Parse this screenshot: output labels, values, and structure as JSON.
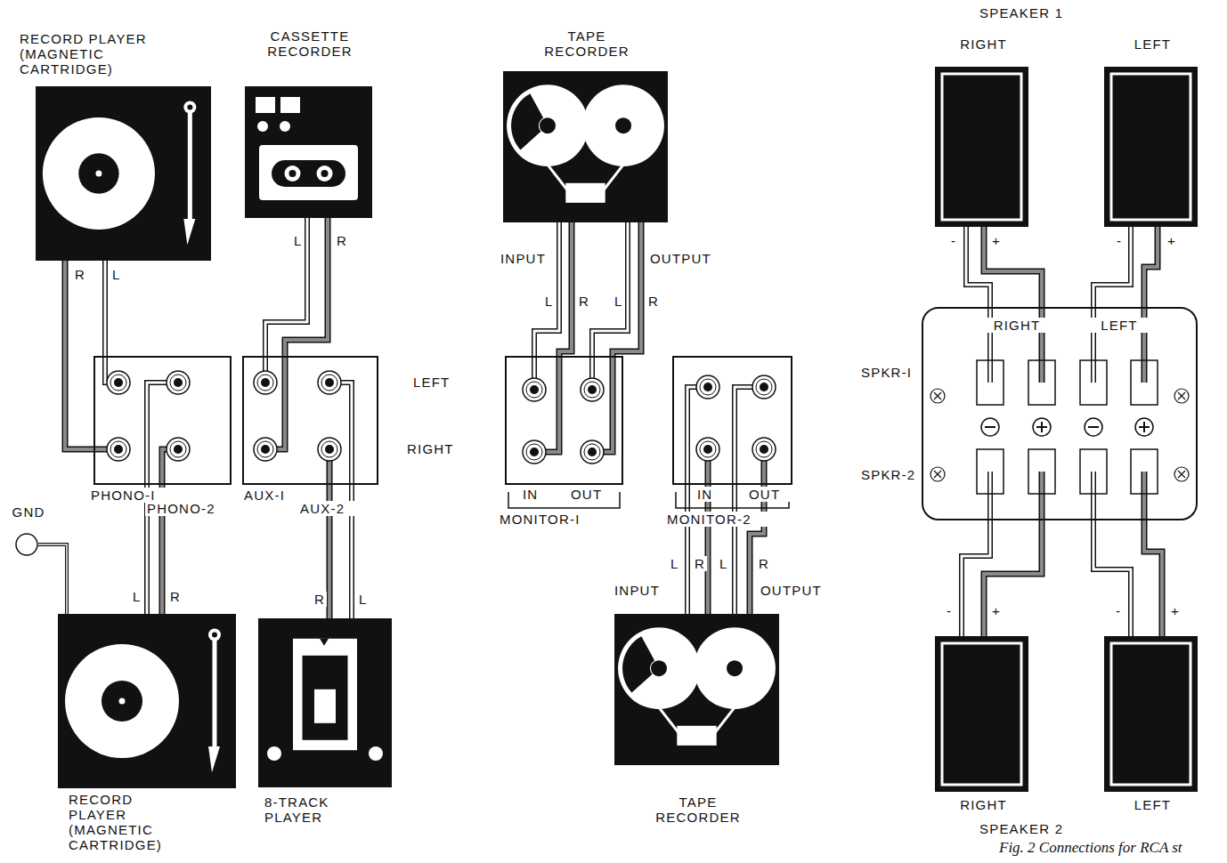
{
  "diagram": {
    "caption": "Fig. 2 Connections for RCA st",
    "nodes": [
      {
        "text": [
          "RECORD PLAYER (MAGNETIC CARTRIDGE)"
        ]
      },
      {
        "text": [
          "CASSETTE RECORDER"
        ]
      },
      {
        "text": [
          "TAPE RECORDER"
        ]
      },
      {
        "text": [
          "RIGHT"
        ]
      },
      {
        "text": [
          "LEFT"
        ]
      },
      {
        "text": [
          "PHONO-I",
          "PHONO-2"
        ]
      },
      {
        "text": [
          "AUX-I",
          "AUX-2"
        ]
      },
      {
        "text": [
          "IN",
          "OUT",
          "MONITOR-I"
        ]
      },
      {
        "text": [
          "IN",
          "OUT",
          "MONITOR-2"
        ]
      },
      {
        "text": [
          "RIGHT",
          "LEFT",
          "SPKR-I",
          "SPKR-2"
        ]
      },
      {
        "text": [
          "GND"
        ]
      },
      {
        "text": [
          "RECORD PLAYER (MAGNETIC CARTRIDGE)"
        ]
      },
      {
        "text": [
          "8-TRACK PLAYER"
        ]
      },
      {
        "text": [
          "TAPE RECORDER"
        ]
      },
      {
        "text": [
          "RIGHT"
        ]
      },
      {
        "text": [
          "LEFT"
        ]
      }
    ],
    "edges": [
      {
        "from": 0,
        "to": 5,
        "arrow": "none",
        "label": "R"
      },
      {
        "from": 0,
        "to": 5,
        "arrow": "none",
        "label": "L"
      },
      {
        "from": 1,
        "to": 6,
        "arrow": "none",
        "label": "L"
      },
      {
        "from": 1,
        "to": 6,
        "arrow": "none",
        "label": "R"
      },
      {
        "from": 2,
        "to": 7,
        "arrow": "none",
        "label": "L"
      },
      {
        "from": 2,
        "to": 7,
        "arrow": "none",
        "label": "R"
      },
      {
        "from": 2,
        "to": 7,
        "arrow": "none",
        "label": "L"
      },
      {
        "from": 2,
        "to": 7,
        "arrow": "none",
        "label": "R"
      },
      {
        "from": 11,
        "to": 5,
        "arrow": "none",
        "label": "L"
      },
      {
        "from": 11,
        "to": 5,
        "arrow": "none",
        "label": "R"
      },
      {
        "from": 12,
        "to": 6,
        "arrow": "none",
        "label": "R"
      },
      {
        "from": 12,
        "to": 6,
        "arrow": "none",
        "label": "L"
      },
      {
        "from": 10,
        "to": 11,
        "arrow": "none"
      },
      {
        "from": 8,
        "to": 13,
        "arrow": "none",
        "label": "L"
      },
      {
        "from": 8,
        "to": 13,
        "arrow": "none",
        "label": "R"
      },
      {
        "from": 8,
        "to": 13,
        "arrow": "none",
        "label": "L"
      },
      {
        "from": 8,
        "to": 13,
        "arrow": "none",
        "label": "R"
      },
      {
        "from": 3,
        "to": 9,
        "arrow": "none",
        "label": "-"
      },
      {
        "from": 3,
        "to": 9,
        "arrow": "none",
        "label": "+"
      },
      {
        "from": 4,
        "to": 9,
        "arrow": "none",
        "label": "-"
      },
      {
        "from": 4,
        "to": 9,
        "arrow": "none",
        "label": "+"
      },
      {
        "from": 14,
        "to": 9,
        "arrow": "none",
        "label": "-"
      },
      {
        "from": 14,
        "to": 9,
        "arrow": "none",
        "label": "+"
      },
      {
        "from": 15,
        "to": 9,
        "arrow": "none",
        "label": "-"
      },
      {
        "from": 15,
        "to": 9,
        "arrow": "none",
        "label": "+"
      }
    ],
    "labels": [
      "SPEAKER 1",
      "LEFT",
      "RIGHT",
      "INPUT",
      "OUTPUT",
      "INPUT",
      "OUTPUT",
      "SPEAKER 2"
    ]
  }
}
